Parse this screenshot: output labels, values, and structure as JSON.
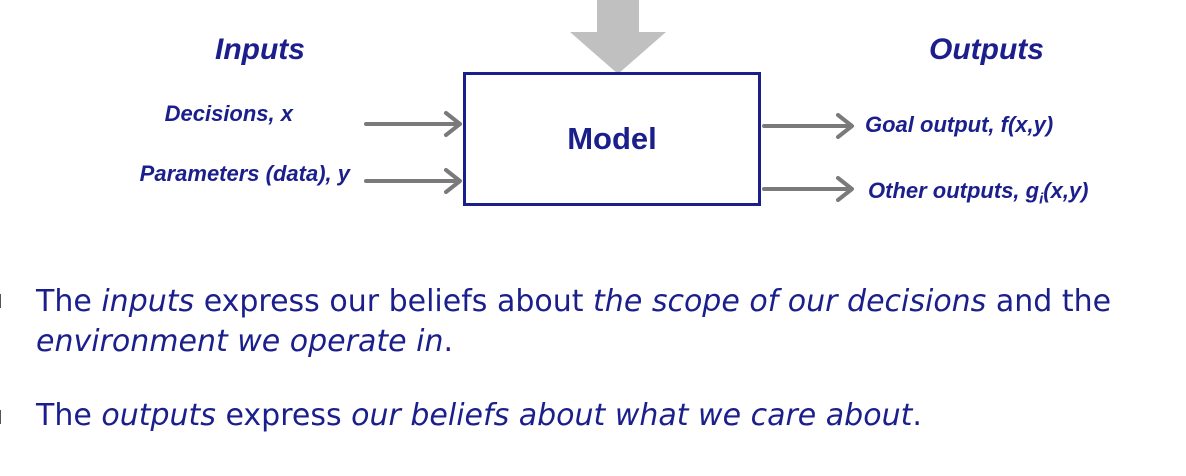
{
  "diagram": {
    "inputs_heading": "Inputs",
    "outputs_heading": "Outputs",
    "inputs": [
      {
        "label": "Decisions, x"
      },
      {
        "label": "Parameters (data), y"
      }
    ],
    "model_label": "Model",
    "outputs": [
      {
        "label": "Goal output, f(x,y)"
      },
      {
        "label_prefix": "Other outputs, g",
        "label_sub": "i",
        "label_suffix": "(x,y)"
      }
    ],
    "colors": {
      "text": "#1b1f8c",
      "box_border": "#1b1f8c",
      "arrow": "#7a7a7a",
      "top_arrow": "#c0c0c0"
    }
  },
  "bullets": [
    {
      "parts": [
        {
          "text": "The ",
          "italic": false
        },
        {
          "text": "inputs",
          "italic": true
        },
        {
          "text": " express our beliefs about ",
          "italic": false
        },
        {
          "text": "the scope of our decisions",
          "italic": true
        },
        {
          "text": " and the",
          "italic": false
        }
      ],
      "line2": [
        {
          "text": "environment we operate in",
          "italic": true
        },
        {
          "text": ".",
          "italic": false
        }
      ]
    },
    {
      "parts": [
        {
          "text": "The ",
          "italic": false
        },
        {
          "text": "outputs",
          "italic": true
        },
        {
          "text": " express ",
          "italic": false
        },
        {
          "text": "our beliefs about what we care about",
          "italic": true
        },
        {
          "text": ".",
          "italic": false
        }
      ]
    }
  ]
}
